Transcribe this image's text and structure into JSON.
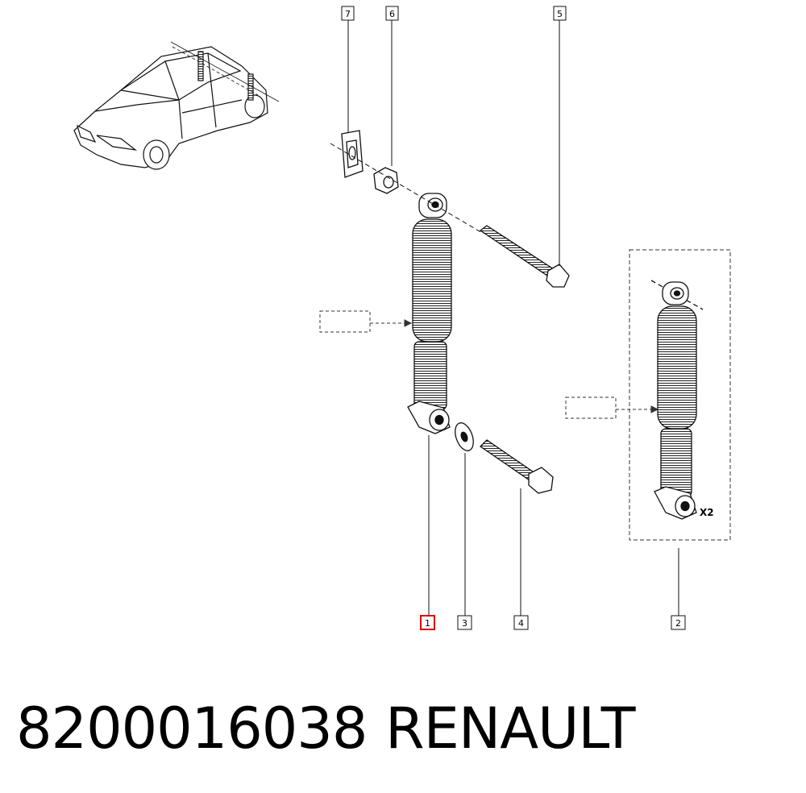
{
  "callouts": {
    "c1": "1",
    "c2": "2",
    "c3": "3",
    "c4": "4",
    "c5": "5",
    "c6": "6",
    "c7": "7"
  },
  "quantity_note": "X2",
  "highlight_color": "#e00000",
  "caption": {
    "part_number": "8200016038",
    "brand": "RENAULT"
  }
}
